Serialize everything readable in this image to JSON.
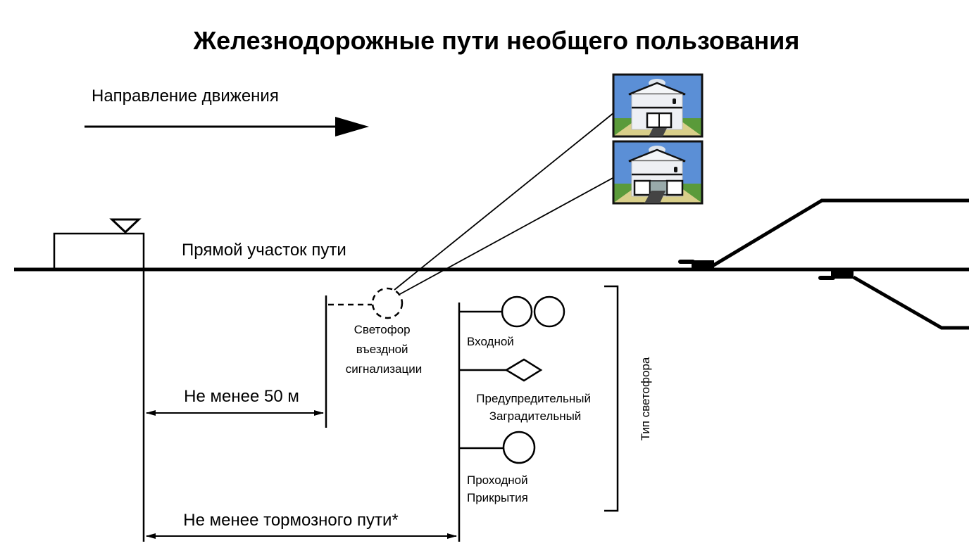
{
  "title": "Железнодорожные пути необщего пользования",
  "direction": {
    "label": "Направление движения",
    "arrow_icon": "right-arrow-icon"
  },
  "track_label": "Прямой участок пути",
  "entry_signal": {
    "label_lines": [
      "Светофор",
      "въездной",
      "сигнализации"
    ],
    "icon": "dashed-circle-signal-icon"
  },
  "signal_types": {
    "group_label": "Тип светофора",
    "items": [
      {
        "icon": "double-circle-signal-icon",
        "label_lines": [
          "Входной"
        ]
      },
      {
        "icon": "diamond-signal-icon",
        "label_lines": [
          "Предупредительный",
          "Заградительный"
        ]
      },
      {
        "icon": "circle-signal-icon",
        "label_lines": [
          "Проходной",
          "Прикрытия"
        ]
      }
    ]
  },
  "dimensions": {
    "min_50m": "Не менее 50 м",
    "min_braking": "Не менее тормозного пути*"
  },
  "gates": [
    {
      "state": "closed",
      "icon": "depot-gate-closed-icon"
    },
    {
      "state": "open",
      "icon": "depot-gate-open-icon"
    }
  ],
  "colors": {
    "sky": "#5b8fd6",
    "grass": "#5a9a3a",
    "sand": "#d9cf8a",
    "building": "#eef0f4",
    "ink": "#000000"
  }
}
